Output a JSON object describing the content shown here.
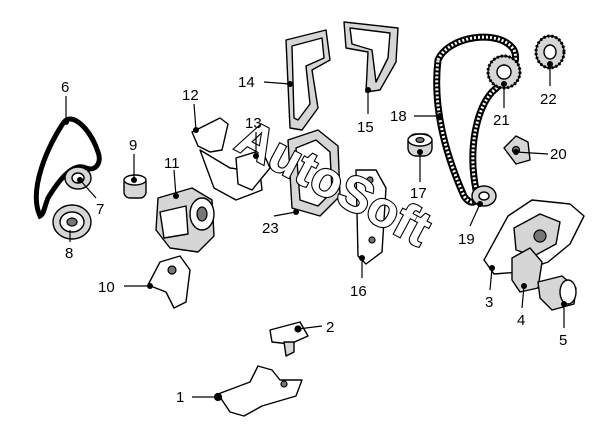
{
  "diagram": {
    "watermark_text": "AutoSoft",
    "callouts": [
      {
        "number": "1"
      },
      {
        "number": "2"
      },
      {
        "number": "3"
      },
      {
        "number": "4"
      },
      {
        "number": "5"
      },
      {
        "number": "6"
      },
      {
        "number": "7"
      },
      {
        "number": "8"
      },
      {
        "number": "9"
      },
      {
        "number": "10"
      },
      {
        "number": "11"
      },
      {
        "number": "12"
      },
      {
        "number": "13"
      },
      {
        "number": "14"
      },
      {
        "number": "15"
      },
      {
        "number": "16"
      },
      {
        "number": "17"
      },
      {
        "number": "18"
      },
      {
        "number": "19"
      },
      {
        "number": "20"
      },
      {
        "number": "21"
      },
      {
        "number": "22"
      },
      {
        "number": "23"
      }
    ]
  }
}
